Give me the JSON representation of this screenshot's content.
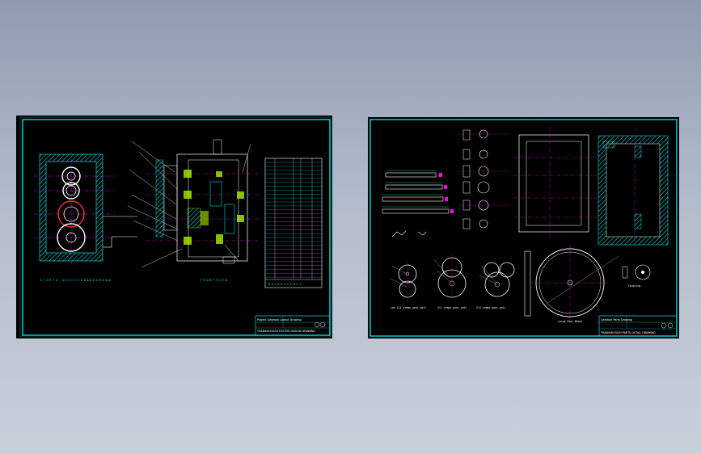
{
  "colors": {
    "background_top": "#8e9bb0",
    "background_bottom": "#c9cfd9",
    "sheet": "#000000",
    "border": "#00ffff",
    "hatch": "#00ffff",
    "gear": "#ffffff",
    "centerline": "#ff00ff",
    "highlight": "#ff3333",
    "dimension": "#00ff66",
    "leader": "#ffffff",
    "table_text": "#00ffff"
  },
  "left_sheet": {
    "view_label_section": "S T O R Y  A - A  S E C T I O N  A N D  S H O W N",
    "view_label_front": "F R O N T  V I E W",
    "parts_table_title": "B O L O R  V I E W  S T",
    "title_block_row1": "Project Gearbox Layout Drawing",
    "title_block_row2": "TRANSMISSION SYSTEM DESIGN DRAWING"
  },
  "right_sheet": {
    "gear_label_1": "Low Z=4 stage gear pair",
    "gear_label_2": "Z=2 stage gear pair",
    "gear_label_3": "Z=3 stage gear pair",
    "large_wheel_label": "Large Gear Wheel",
    "hub_label": "Coupling",
    "title_block_row1": "Gearbox Parts Drawing",
    "title_block_row2": "TRANSMISSION PARTS DETAIL DRAWING"
  }
}
